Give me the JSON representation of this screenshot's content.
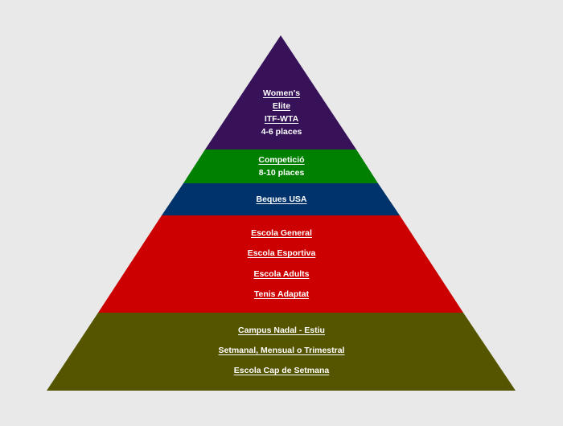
{
  "tiers": [
    {
      "color": "#371259",
      "labels": [
        {
          "text": "Women's",
          "link": true
        },
        {
          "text": "Elite",
          "link": true
        },
        {
          "text": "ITF-WTA",
          "link": true
        },
        {
          "text": "4-6 places",
          "link": false
        }
      ]
    },
    {
      "color": "#008000",
      "labels": [
        {
          "text": "Competició",
          "link": true
        },
        {
          "text": "8-10 places",
          "link": false
        }
      ]
    },
    {
      "color": "#00336b",
      "labels": [
        {
          "text": "Beques USA",
          "link": true
        }
      ]
    },
    {
      "color": "#cc0000",
      "labels": [
        {
          "text": "Escola General",
          "link": true
        },
        {
          "text": "Escola Esportiva",
          "link": true
        },
        {
          "text": "Escola Adults",
          "link": true
        },
        {
          "text": "Tenis Adaptat",
          "link": true
        }
      ]
    },
    {
      "color": "#555500",
      "labels": [
        {
          "text": "Campus Nadal - Estiu",
          "link": true
        },
        {
          "text": "Setmanal, Mensual o Trimestral",
          "link": true
        },
        {
          "text": "Escola Cap de Setmana",
          "link": true
        }
      ]
    }
  ]
}
